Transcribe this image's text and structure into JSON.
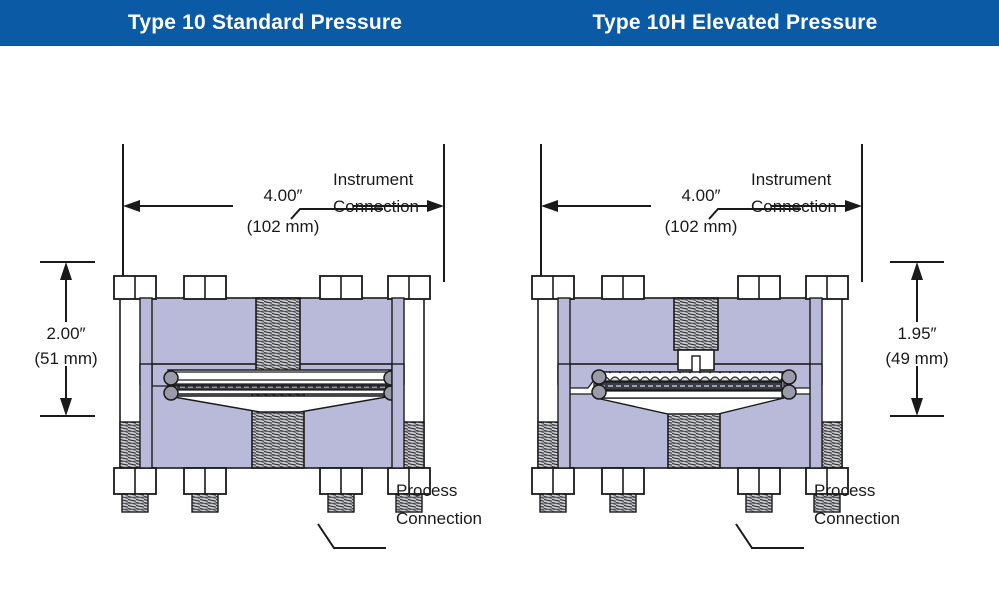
{
  "header": {
    "background_color": "#0a5aa6",
    "text_color": "#ffffff",
    "left_title": "Type 10 Standard Pressure",
    "right_title": "Type 10H Elevated Pressure"
  },
  "colors": {
    "body_fill": "#b9bada",
    "metal_fill": "#ffffff",
    "thread_fill": "#c9cad0",
    "oring_fill": "#9a9aa8",
    "line": "#1a1a1a",
    "page_background": "#ffffff"
  },
  "diagrams": [
    {
      "id": "type-10",
      "name": "type-10-standard-pressure",
      "width_dimension": {
        "inches": "4.00″",
        "millimeters": "(102 mm)"
      },
      "height_dimension": {
        "inches": "2.00″",
        "millimeters": "(51 mm)",
        "side": "left"
      },
      "callouts": [
        {
          "name": "instrument-connection",
          "line1": "Instrument",
          "line2": "Connection"
        },
        {
          "name": "process-connection",
          "line1": "Process",
          "line2": "Connection"
        }
      ]
    },
    {
      "id": "type-10h",
      "name": "type-10h-elevated-pressure",
      "width_dimension": {
        "inches": "4.00″",
        "millimeters": "(102 mm)"
      },
      "height_dimension": {
        "inches": "1.95″",
        "millimeters": "(49 mm)",
        "side": "right"
      },
      "callouts": [
        {
          "name": "instrument-connection",
          "line1": "Instrument",
          "line2": "Connection"
        },
        {
          "name": "process-connection",
          "line1": "Process",
          "line2": "Connection"
        }
      ]
    }
  ]
}
